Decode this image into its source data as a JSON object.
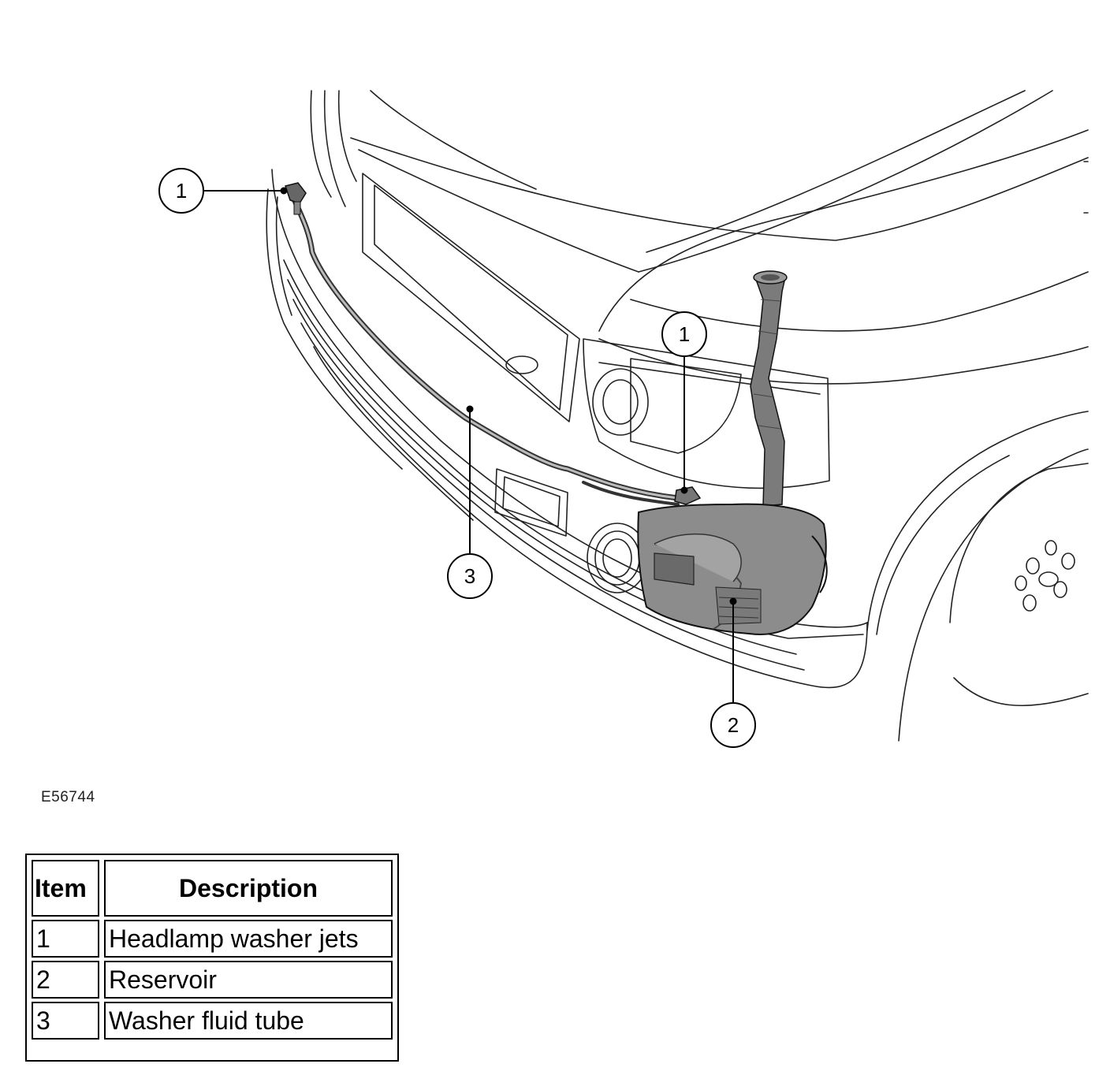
{
  "figure": {
    "code": "E56744",
    "callouts": [
      {
        "id": "callout-jet-left",
        "label": "1"
      },
      {
        "id": "callout-jet-right",
        "label": "1"
      },
      {
        "id": "callout-reservoir",
        "label": "2"
      },
      {
        "id": "callout-tube",
        "label": "3"
      }
    ]
  },
  "legend": {
    "headers": {
      "item": "Item",
      "description": "Description"
    },
    "rows": [
      {
        "item": "1",
        "description": "Headlamp washer jets"
      },
      {
        "item": "2",
        "description": "Reservoir"
      },
      {
        "item": "3",
        "description": "Washer fluid tube"
      }
    ]
  }
}
